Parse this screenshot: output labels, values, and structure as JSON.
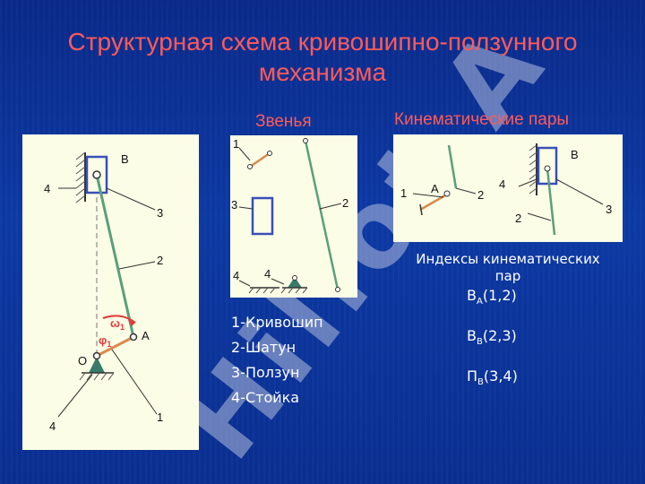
{
  "slide": {
    "title": "Структурная схема кривошипно-ползунного механизма",
    "watermark": "Hiliot.A",
    "headings": {
      "links": "Звенья",
      "pairs": "Кинематические пары"
    }
  },
  "left_diagram": {
    "labels": {
      "B": "B",
      "n4_top": "4",
      "n3": "3",
      "n2": "2",
      "omega": "ω",
      "omega_sub": "1",
      "phi": "φ",
      "phi_sub": "1",
      "A": "A",
      "O": "O",
      "n4_bottom": "4",
      "n1": "1"
    }
  },
  "middle_diagram": {
    "labels": {
      "n1": "1",
      "n3": "3",
      "n2": "2",
      "n4a": "4",
      "n4b": "4"
    }
  },
  "right_diagram": {
    "labels": {
      "n1": "1",
      "A": "A",
      "n2a": "2",
      "n4": "4",
      "B": "B",
      "n3": "3",
      "n2b": "2"
    }
  },
  "legend": [
    {
      "text": "1-Кривошип",
      "color": "#ffffff"
    },
    {
      "text": "2-Шатун",
      "color": "#ffffff"
    },
    {
      "text": "3-Ползун",
      "color": "#ffffff"
    },
    {
      "text": "4-Стойка",
      "color": "#ffffff"
    }
  ],
  "pairs": {
    "title": "Индексы кинематических пар",
    "items": [
      {
        "base": "В",
        "sub": "А",
        "rest": "(1,2)"
      },
      {
        "base": "В",
        "sub": "В",
        "rest": "(2,3)"
      },
      {
        "base": "П",
        "sub": "В",
        "rest": "(3,4)"
      }
    ]
  },
  "colors": {
    "title_red": "#ff5a5a",
    "link_green": "#5aa07a",
    "slider_blue": "#3a4fb8",
    "crank_orange": "#d98a4a"
  }
}
